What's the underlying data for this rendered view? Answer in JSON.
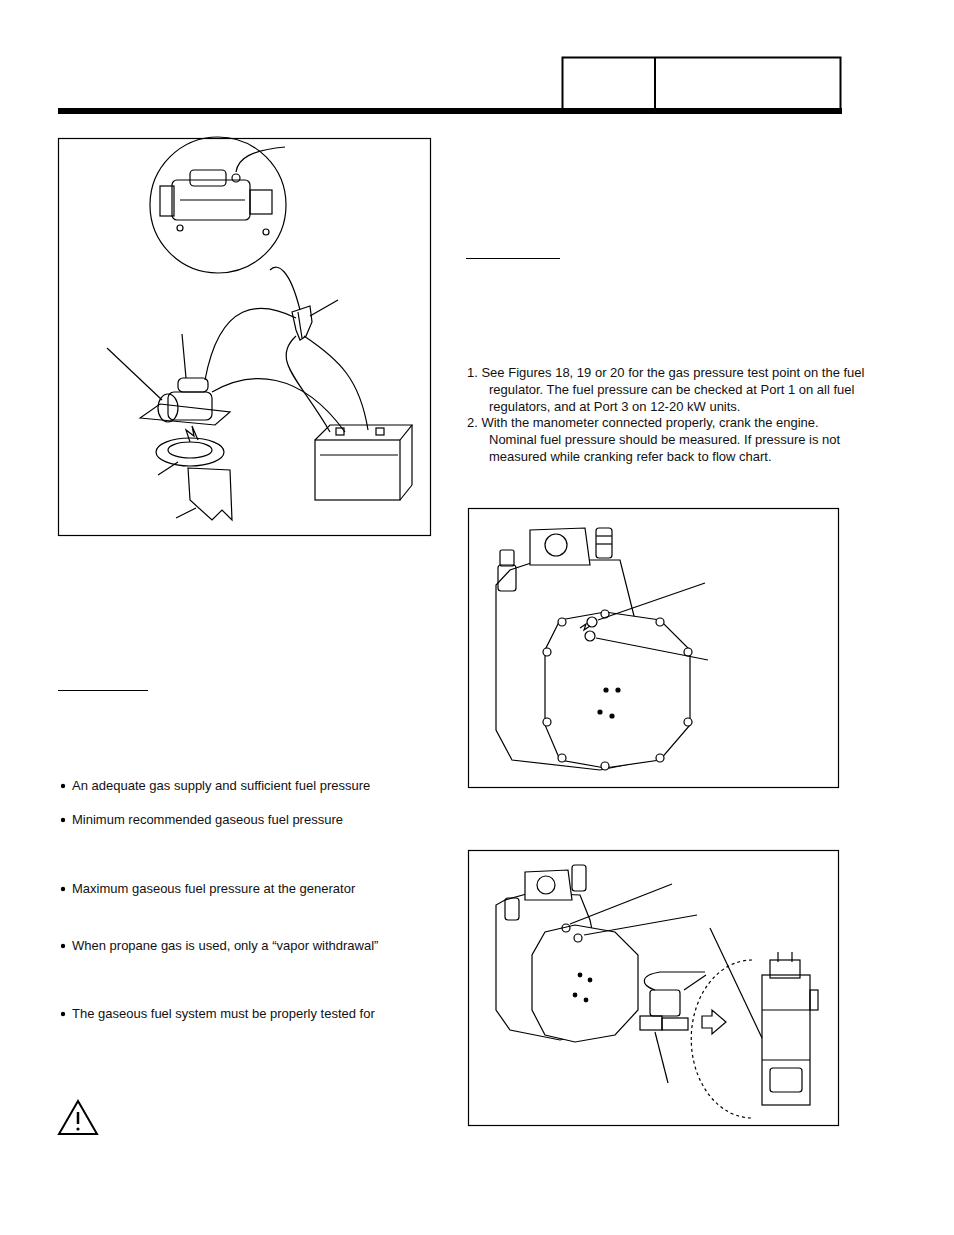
{
  "diagram": {
    "labels": [
      "1. See Figures 18, 19 or 20 for the gas pressure test point on the fuel regulator. The fuel pressure can be checked at Port 1 on all fuel regulators, and at Port 3 on 12-20 kW units.",
      "2. With the manometer connected properly, crank the engine. Nominal fuel pressure should be measured. If pressure is not measured while cranking refer back to flow chart.",
      "An adequate gas supply and sufficient fuel pressure",
      "Minimum recommended gaseous fuel pressure",
      "Maximum gaseous fuel pressure at the generator",
      "When propane gas is used, only a “vapor withdrawal”",
      "The gaseous fuel system must be properly tested for"
    ]
  }
}
